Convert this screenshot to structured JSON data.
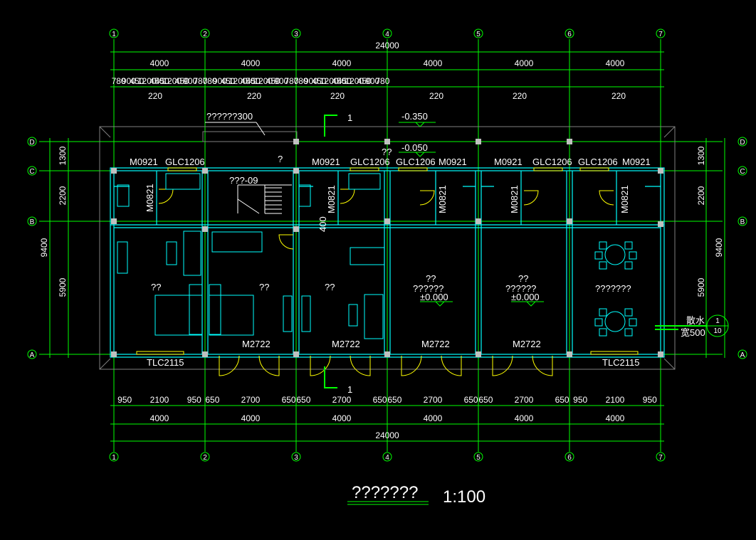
{
  "axes_numbers": [
    "1",
    "2",
    "3",
    "4",
    "5",
    "6",
    "7"
  ],
  "axes_letters": [
    "D",
    "C",
    "B",
    "A"
  ],
  "top_dims": {
    "total": "24000",
    "bays": [
      "4000",
      "4000",
      "4000",
      "4000",
      "4000",
      "4000"
    ],
    "detail": [
      "780",
      "900",
      "450",
      "1200",
      "450",
      "450",
      "1200",
      "450",
      "900",
      "780",
      "780",
      "900",
      "450",
      "1200",
      "450",
      "450",
      "1200",
      "450",
      "900",
      "780",
      "780",
      "900",
      "450",
      "1200",
      "450",
      "450",
      "1200",
      "450",
      "900",
      "780"
    ],
    "sub220": [
      "220",
      "220",
      "220",
      "220",
      "220",
      "220"
    ]
  },
  "bottom_dims": {
    "detail": [
      "950",
      "2100",
      "950",
      "650",
      "2700",
      "650",
      "650",
      "2700",
      "650",
      "650",
      "2700",
      "650",
      "650",
      "2700",
      "650",
      "950",
      "2100",
      "950"
    ],
    "bays": [
      "4000",
      "4000",
      "4000",
      "4000",
      "4000",
      "4000"
    ],
    "total": "24000"
  },
  "left_dims": {
    "segments": [
      "1300",
      "2200",
      "5900"
    ],
    "total": "9400"
  },
  "right_dims": {
    "segments": [
      "1300",
      "2200",
      "5900"
    ],
    "total": "9400"
  },
  "labels": {
    "canopy": "??????300",
    "section_top": "1",
    "section_bottom": "1",
    "level1": "-0.350",
    "level2": "-0.050",
    "level_room1": "±0.000",
    "level_room2": "±0.000",
    "stair": "???-09",
    "stair_dim": "400",
    "room_small": "??",
    "room_q": "?",
    "room_big1": "??????",
    "room_big2": "??????",
    "room_dining": "???????",
    "room_a": "??",
    "room_b": "??",
    "room_c": "??",
    "room_d": "??",
    "room_e": "??",
    "m0921_1": "M0921",
    "glc1206_1": "GLC1206",
    "m0921_2": "M0921",
    "glc1206_2": "GLC1206",
    "glc1206_3": "GLC1206",
    "m0921_3": "M0921",
    "m0921_4": "M0921",
    "glc1206_4": "GLC1206",
    "glc1206_5": "GLC1206",
    "m0921_5": "M0921",
    "m0821_1": "M0821",
    "m0821_2": "M0821",
    "m0821_3": "M0821",
    "m0821_4": "M0821",
    "m0821_5": "M0821",
    "m2722_1": "M2722",
    "m2722_2": "M2722",
    "m2722_3": "M2722",
    "m2722_4": "M2722",
    "tlc_left": "TLC2115",
    "tlc_right": "TLC2115",
    "apron": "散水",
    "apron_width": "宽500",
    "detail_num": "1",
    "detail_sheet": "10"
  },
  "title": "???????",
  "scale": "1:100",
  "colors": {
    "bg": "#000000",
    "wall": "#00ffff",
    "dim": "#00ff00",
    "text": "#ffffff",
    "door": "#ffff00",
    "grid": "#00ff00",
    "column": "#c0c0c0",
    "outline": "#808080"
  }
}
